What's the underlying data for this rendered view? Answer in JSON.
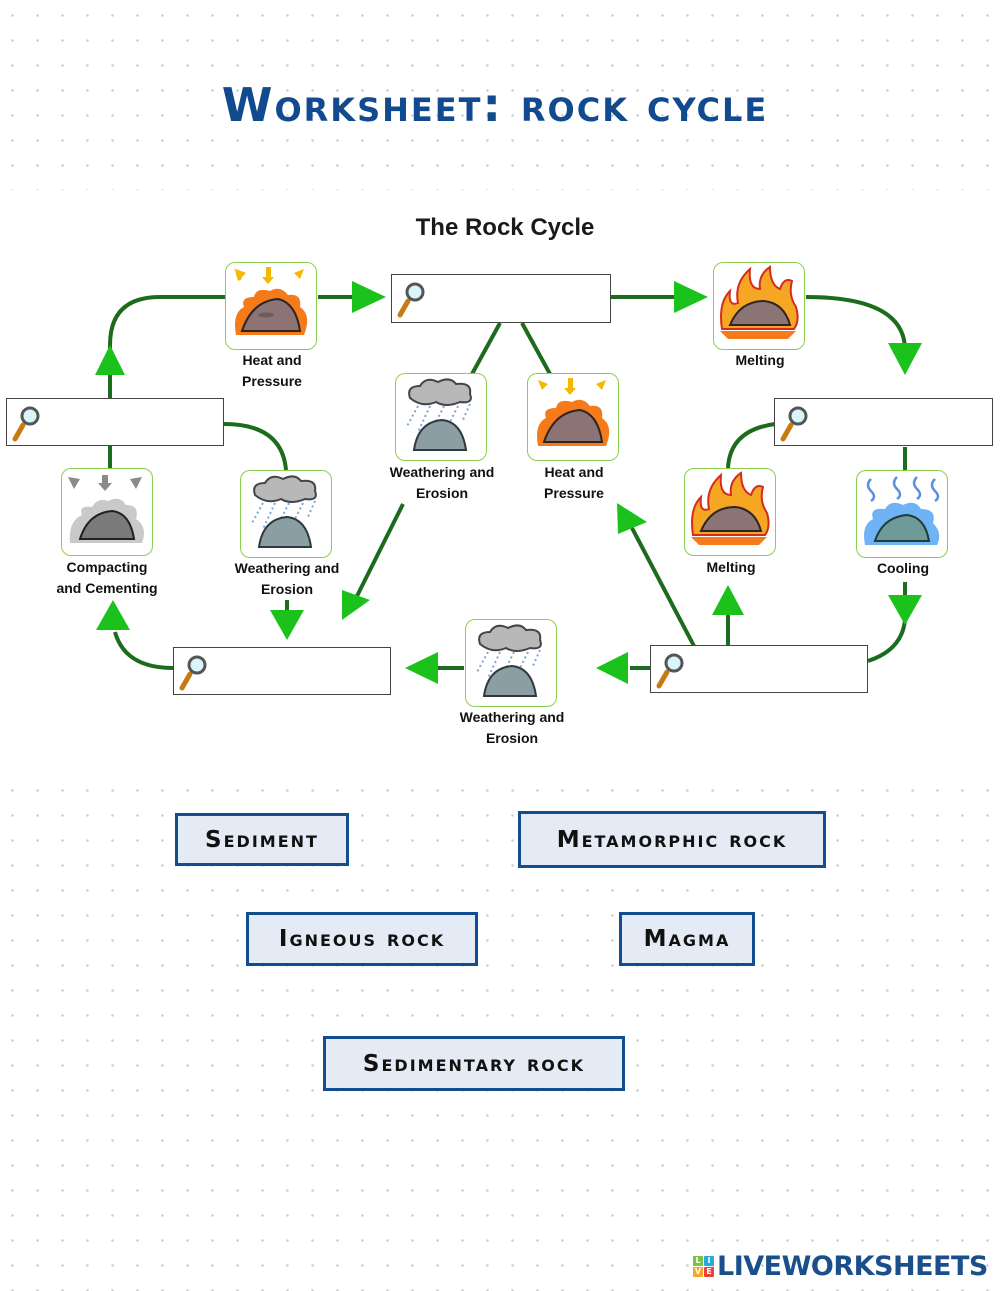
{
  "worksheet": {
    "title": "Worksheet: rock cycle"
  },
  "diagram": {
    "title": "The Rock Cycle",
    "answer_boxes": [
      {
        "id": "top-center",
        "value": "",
        "icon": "magnifier-icon"
      },
      {
        "id": "left",
        "value": "",
        "icon": "magnifier-icon"
      },
      {
        "id": "right",
        "value": "",
        "icon": "magnifier-icon"
      },
      {
        "id": "bottom-left",
        "value": "",
        "icon": "magnifier-icon"
      },
      {
        "id": "bottom-right",
        "value": "",
        "icon": "magnifier-icon"
      }
    ],
    "processes": [
      {
        "label_line1": "Heat and",
        "label_line2": "Pressure",
        "icon": "heat-pressure-icon"
      },
      {
        "label_line1": "Melting",
        "label_line2": "",
        "icon": "melting-icon"
      },
      {
        "label_line1": "Weathering and",
        "label_line2": "Erosion",
        "icon": "weathering-icon"
      },
      {
        "label_line1": "Heat and",
        "label_line2": "Pressure",
        "icon": "heat-pressure-icon"
      },
      {
        "label_line1": "Compacting",
        "label_line2": "and Cementing",
        "icon": "compacting-icon"
      },
      {
        "label_line1": "Weathering and",
        "label_line2": "Erosion",
        "icon": "weathering-icon"
      },
      {
        "label_line1": "Melting",
        "label_line2": "",
        "icon": "melting-icon"
      },
      {
        "label_line1": "Cooling",
        "label_line2": "",
        "icon": "cooling-icon"
      },
      {
        "label_line1": "Weathering and",
        "label_line2": "Erosion",
        "icon": "weathering-icon"
      }
    ]
  },
  "word_bank": [
    {
      "label": "Sediment"
    },
    {
      "label": "Metamorphic rock"
    },
    {
      "label": "Igneous rock"
    },
    {
      "label": "Magma"
    },
    {
      "label": "Sedimentary rock"
    }
  ],
  "brand": {
    "logo_letters": [
      "L",
      "I",
      "V",
      "E"
    ],
    "logo_colors": [
      "#7cc242",
      "#2aa8e0",
      "#f6a623",
      "#e8423b"
    ],
    "name": "LIVEWORKSHEETS"
  },
  "colors": {
    "title": "#114a8f",
    "arrow": "#1bc21b",
    "line": "#1d6b1d",
    "chip_bg": "#e4ebf5",
    "chip_border": "#124d8f"
  }
}
